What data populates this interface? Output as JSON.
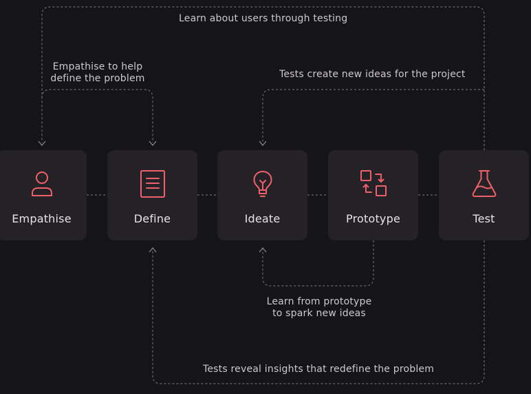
{
  "colors": {
    "background": "#151416",
    "card": "#242226",
    "icon_accent": "#f0606a",
    "connector": "#6f6b70"
  },
  "stages": [
    {
      "label": "Empathise",
      "icon": "person-icon"
    },
    {
      "label": "Define",
      "icon": "document-icon"
    },
    {
      "label": "Ideate",
      "icon": "lightbulb-icon"
    },
    {
      "label": "Prototype",
      "icon": "exchange-squares-icon"
    },
    {
      "label": "Test",
      "icon": "flask-icon"
    }
  ],
  "notes": {
    "top_loop": "Learn about users through testing",
    "empathise_define_line1": "Empathise to help",
    "empathise_define_line2": "define the problem",
    "tests_ideas": "Tests create new ideas for the project",
    "prototype_ideate_line1": "Learn from prototype",
    "prototype_ideate_line2": "to spark new ideas",
    "bottom_loop": "Tests reveal insights that redefine the problem"
  }
}
